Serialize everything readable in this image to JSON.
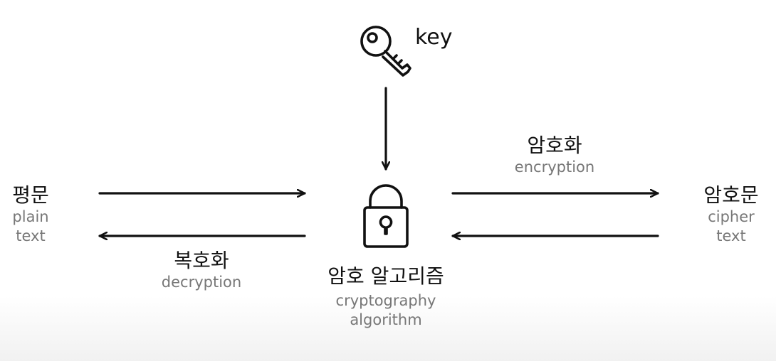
{
  "key": {
    "label": "key"
  },
  "center": {
    "title": "암호 알고리즘",
    "subtitle_line1": "cryptography",
    "subtitle_line2": "algorithm"
  },
  "left": {
    "title": "평문",
    "sub_line1": "plain",
    "sub_line2": "text"
  },
  "right": {
    "title": "암호문",
    "sub_line1": "cipher",
    "sub_line2": "text"
  },
  "encryption": {
    "title": "암호화",
    "subtitle": "encryption"
  },
  "decryption": {
    "title": "복호화",
    "subtitle": "decryption"
  },
  "icons": {
    "key": "key-icon",
    "lock": "lock-icon"
  },
  "colors": {
    "stroke": "#111111",
    "muted_text": "#777777"
  }
}
